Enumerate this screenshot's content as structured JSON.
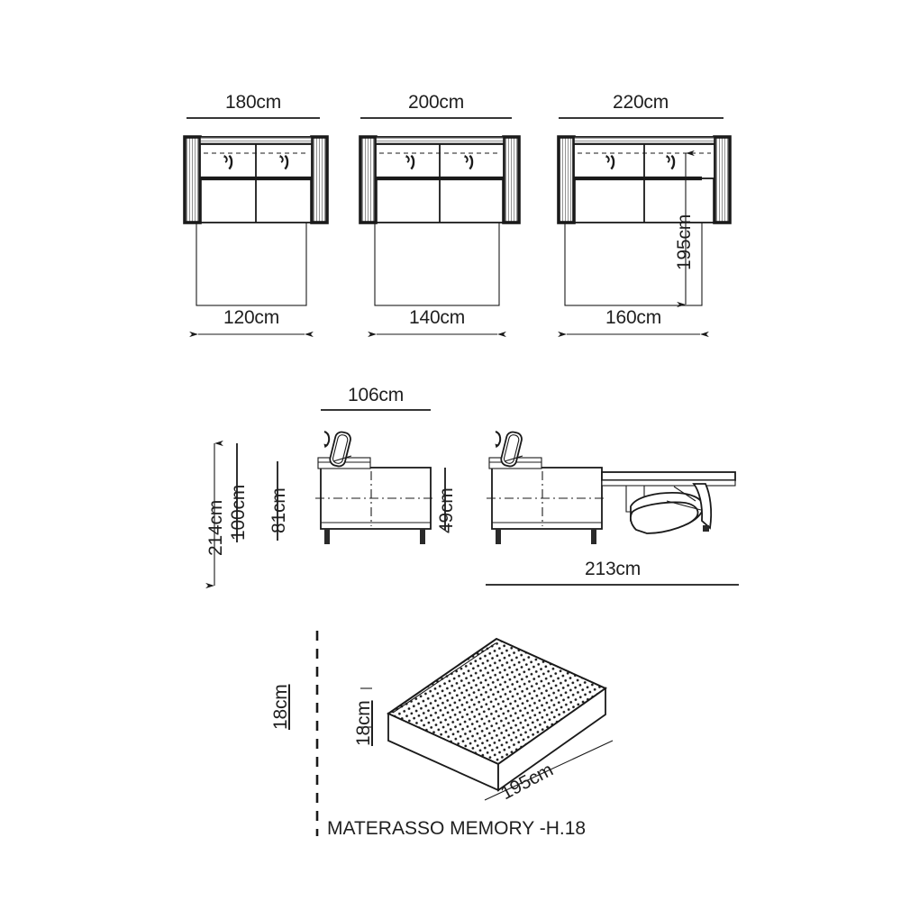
{
  "document": {
    "type": "technical-dimension-drawing",
    "subject": "sofa bed dimensional specification"
  },
  "plan_views": {
    "items": [
      {
        "id": "sofa-180",
        "width_label": "180cm",
        "depth_label": "120cm"
      },
      {
        "id": "sofa-200",
        "width_label": "200cm",
        "depth_label": "140cm"
      },
      {
        "id": "sofa-220",
        "width_label": "220cm",
        "depth_label": "160cm",
        "inner_label": "195cm"
      }
    ]
  },
  "side_views": {
    "height_overall_label": "214cm",
    "height_open_label": "100cm",
    "height_back_label": "81cm",
    "depth_closed_label": "106cm",
    "seat_height_label": "49cm",
    "depth_open_label": "213cm"
  },
  "mattress": {
    "thickness_outer_label": "18cm",
    "thickness_inner_label": "18cm",
    "length_label": "195cm",
    "caption": "MATERASSO MEMORY -H.18"
  },
  "icons": {
    "recline_arrow": "recline-arrow-icon"
  },
  "colors": {
    "line": "#1a1a1a",
    "text": "#1f1f1f",
    "background": "#ffffff"
  }
}
